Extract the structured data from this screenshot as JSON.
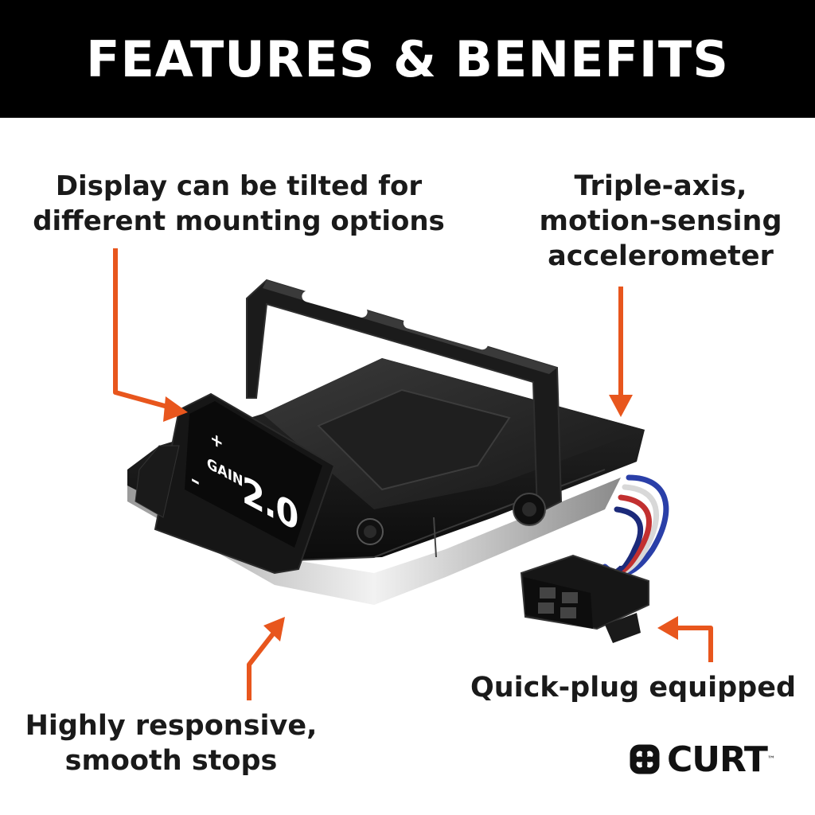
{
  "header": {
    "title": "FEATURES & BENEFITS"
  },
  "callouts": {
    "display": "Display can be tilted for\ndifferent mounting options",
    "accelerometer": "Triple-axis,\nmotion-sensing\naccelerometer",
    "responsive": "Highly responsive,\nsmooth stops",
    "plug": "Quick-plug equipped"
  },
  "device_screen": {
    "plus": "+",
    "minus": "–",
    "label": "GAIN",
    "value": "2.0"
  },
  "brand": {
    "name": "CURT",
    "mark": "™",
    "logo_icon": "curt-knot-icon"
  },
  "colors": {
    "banner": "#000000",
    "arrow": "#e8561d",
    "text": "#1a1a1a"
  }
}
